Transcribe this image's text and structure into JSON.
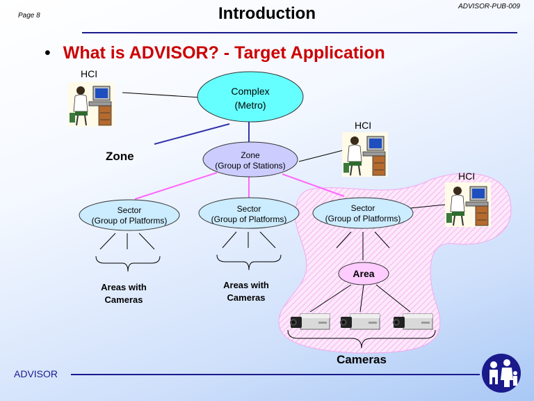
{
  "header": {
    "page_number": "Page 8",
    "title": "Introduction",
    "doc_id": "ADVISOR-PUB-009"
  },
  "bullet": {
    "marker": "•",
    "text": "What is ADVISOR? - Target Application"
  },
  "diagram": {
    "complex_line1": "Complex",
    "complex_line2": "(Metro)",
    "zone_heading": "Zone",
    "zone_line1": "Zone",
    "zone_line2": "(Group of Stations)",
    "sector_line1": "Sector",
    "sector_line2": "(Group of Platforms)",
    "hci_label": "HCI",
    "areas_line1": "Areas with",
    "areas_line2": "Cameras",
    "area_label": "Area",
    "cameras_label": "Cameras"
  },
  "colors": {
    "accent_red": "#cc0000",
    "rule_navy": "#1a1a8c",
    "complex_fill": "#66ffff",
    "zone_fill": "#ccccff",
    "sector_fill": "#ccecff",
    "area_fill": "#ffccff",
    "link_pink": "#ff66ff"
  },
  "footer": {
    "label": "ADVISOR",
    "logo": "family-logo-icon"
  }
}
